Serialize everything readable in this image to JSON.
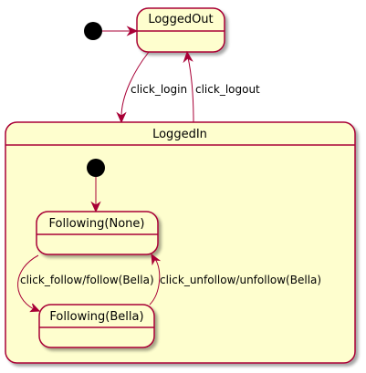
{
  "states": {
    "logged_out": "LoggedOut",
    "logged_in": "LoggedIn",
    "following_none": "Following(None)",
    "following_bella": "Following(Bella)"
  },
  "transitions": {
    "login": "click_login",
    "logout": "click_logout",
    "follow": "click_follow/follow(Bella)",
    "unfollow": "click_unfollow/unfollow(Bella)"
  },
  "colors": {
    "state_fill": "#FEFECE",
    "state_border": "#A80036",
    "arrow": "#A80036",
    "initial_marker": "#000000"
  }
}
